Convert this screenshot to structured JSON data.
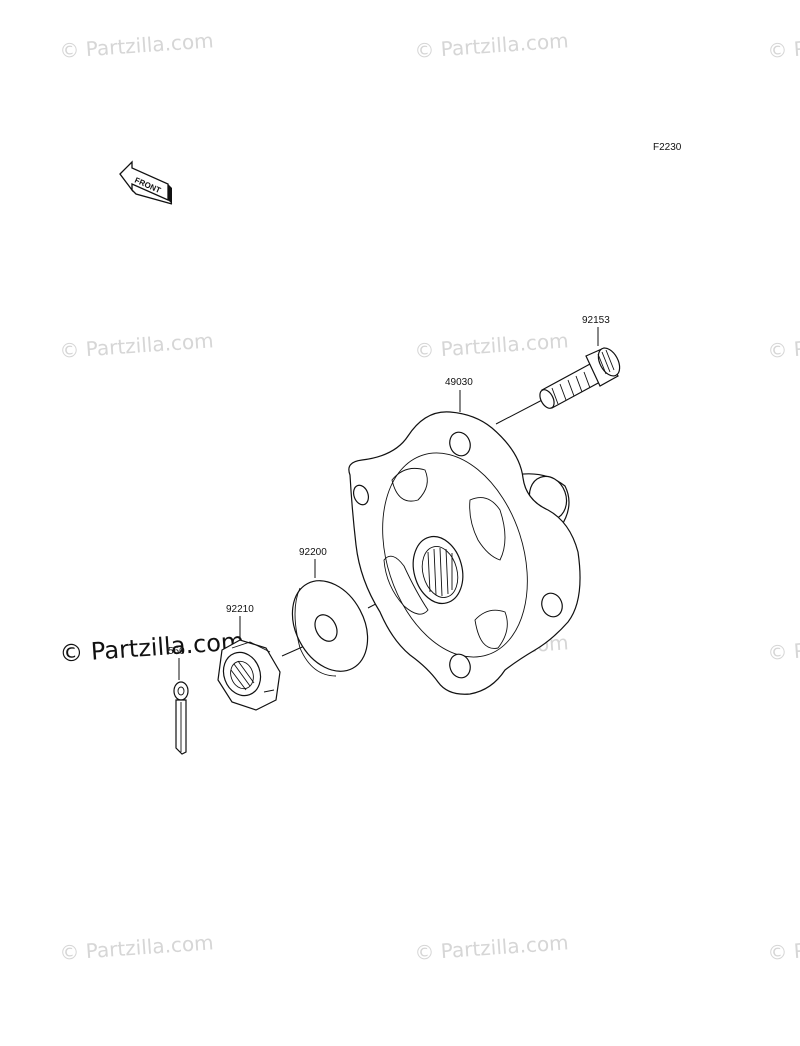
{
  "diagram": {
    "code": "F2230",
    "front_label": "FRONT",
    "watermark": "© Partzilla.com",
    "watermark_strong": "© Partzilla.com",
    "parts": [
      {
        "id": "92153",
        "label": "92153"
      },
      {
        "id": "49030",
        "label": "49030"
      },
      {
        "id": "92200",
        "label": "92200"
      },
      {
        "id": "92210",
        "label": "92210"
      },
      {
        "id": "550",
        "label": "550"
      }
    ]
  }
}
